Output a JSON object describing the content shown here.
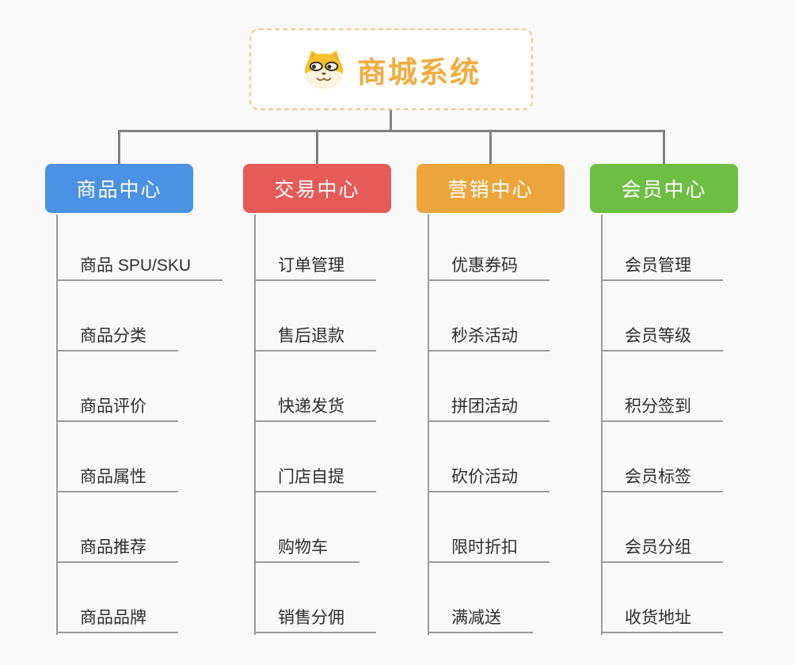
{
  "page": {
    "background": "#f9f9f9",
    "connector_color": "#808080",
    "child_line_color": "#9b9b9b"
  },
  "root": {
    "title": "商城系统",
    "icon": "shiba-doge-icon",
    "title_color": "#f2ac3f",
    "border_color": "#f7c87e"
  },
  "branches": [
    {
      "label": "商品中心",
      "color": "#4b91e4",
      "items": [
        "商品 SPU/SKU",
        "商品分类",
        "商品评价",
        "商品属性",
        "商品推荐",
        "商品品牌"
      ]
    },
    {
      "label": "交易中心",
      "color": "#e45b58",
      "items": [
        "订单管理",
        "售后退款",
        "快递发货",
        "门店自提",
        "购物车",
        "销售分佣"
      ]
    },
    {
      "label": "营销中心",
      "color": "#eaa63d",
      "items": [
        "优惠券码",
        "秒杀活动",
        "拼团活动",
        "砍价活动",
        "限时折扣",
        "满减送"
      ]
    },
    {
      "label": "会员中心",
      "color": "#6ebe44",
      "items": [
        "会员管理",
        "会员等级",
        "积分签到",
        "会员标签",
        "会员分组",
        "收货地址"
      ]
    }
  ]
}
